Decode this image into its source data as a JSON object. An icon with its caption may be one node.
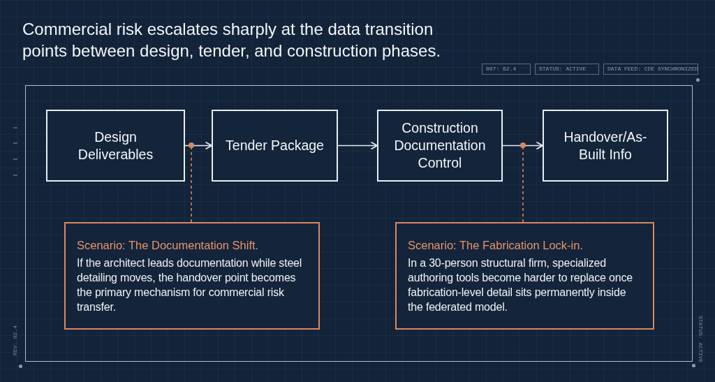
{
  "diagram": {
    "title": "Commercial risk escalates sharply at the data transition points between design, tender, and construction phases.",
    "nodes": [
      {
        "text": [
          "007: 62.4"
        ]
      },
      {
        "text": [
          "STATUS: ACTIVE"
        ]
      },
      {
        "text": [
          "DATA FEED: CDE SYNCHRONIZED"
        ]
      },
      {
        "text": [
          "Design Deliverables"
        ]
      },
      {
        "text": [
          "Tender Package"
        ]
      },
      {
        "text": [
          "Construction Documentation Control"
        ]
      },
      {
        "text": [
          "Handover/As-Built Info"
        ]
      },
      {
        "text": [],
        "shape": "circle"
      },
      {
        "text": [],
        "shape": "circle"
      },
      {
        "text": [
          "Scenario: The Documentation Shift.",
          "If the architect leads documentation while steel detailing moves, the handover point becomes the primary mechanism for commercial risk transfer."
        ]
      },
      {
        "text": [
          "Scenario: The Fabrication Lock-in.",
          "In a 30-person structural firm, specialized authoring tools become harder to replace once fabrication-level detail sits permanently inside the federated model."
        ]
      }
    ],
    "edges": [
      {
        "from": 3,
        "to": 4,
        "arrow": "to"
      },
      {
        "from": 4,
        "to": 5,
        "arrow": "to"
      },
      {
        "from": 5,
        "to": 6,
        "arrow": "to"
      },
      {
        "from": 9,
        "to": 7,
        "arrow": "none",
        "style": "dashed",
        "color": "#d98a62"
      },
      {
        "from": 10,
        "to": 8,
        "arrow": "none",
        "style": "dashed",
        "color": "#d98a62"
      }
    ],
    "labels": [
      "REV: 02.4",
      "STATUS: ACTIVE"
    ]
  }
}
